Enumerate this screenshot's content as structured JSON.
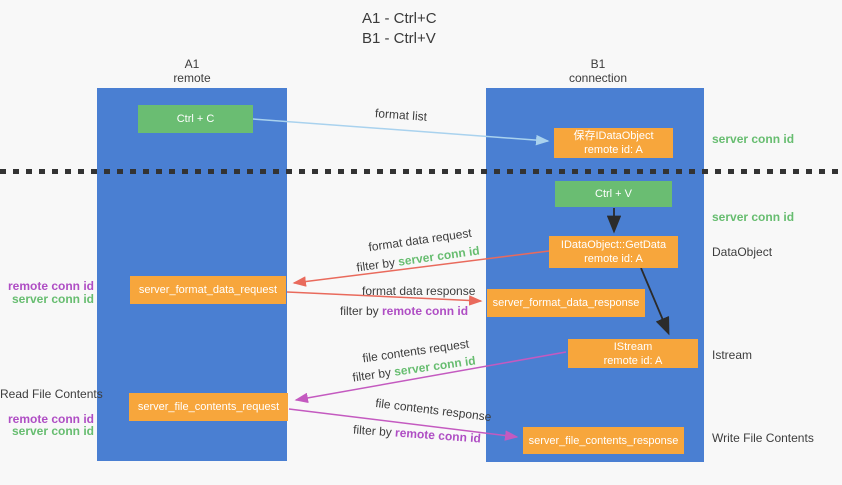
{
  "title": {
    "line1": "A1 - Ctrl+C",
    "line2": "B1 - Ctrl+V"
  },
  "columns": {
    "left": {
      "name": "A1",
      "role": "remote"
    },
    "right": {
      "name": "B1",
      "role": "connection"
    }
  },
  "nodes": {
    "ctrl_c": {
      "label": "Ctrl + C"
    },
    "ctrl_v": {
      "label": "Ctrl + V"
    },
    "save_dataobject": {
      "line1": "保存IDataObject",
      "line2": "remote id: A"
    },
    "getdata": {
      "line1": "IDataObject::GetData",
      "line2": "remote id: A"
    },
    "format_request": {
      "label": "server_format_data_request"
    },
    "format_response": {
      "label": "server_format_data_response"
    },
    "istream": {
      "line1": "IStream",
      "line2": "remote id: A"
    },
    "file_request": {
      "label": "server_file_contents_request"
    },
    "file_response": {
      "label": "server_file_contents_response"
    }
  },
  "edge_labels": {
    "format_list": "format list",
    "format_data_request": "format data request",
    "format_data_response": "format data response",
    "file_contents_request": "file contents request",
    "file_contents_response": "file contents response",
    "filter_prefix": "filter by ",
    "server_conn_id": "server conn id",
    "remote_conn_id": "remote conn id"
  },
  "side_labels": {
    "right_server_conn_1": "server conn id",
    "right_server_conn_2": "server conn id",
    "right_dataobject": "DataObject",
    "right_istream": "Istream",
    "right_write_file": "Write File Contents",
    "left_remote_conn_1": "remote conn id",
    "left_server_conn_1": "server conn id",
    "left_read_file": "Read File Contents",
    "left_remote_conn_2": "remote conn id",
    "left_server_conn_2": "server conn id"
  },
  "colors": {
    "lifeline_blue": "#4a7fd2",
    "node_green": "#6abd72",
    "node_orange": "#f7a63c",
    "arrow_red": "#e96a5c",
    "arrow_purple": "#c45ac0",
    "arrow_blue": "#a9d2ee",
    "arrow_black": "#2b2b2b",
    "text_green": "#67bd70",
    "text_purple": "#af4ec4"
  }
}
